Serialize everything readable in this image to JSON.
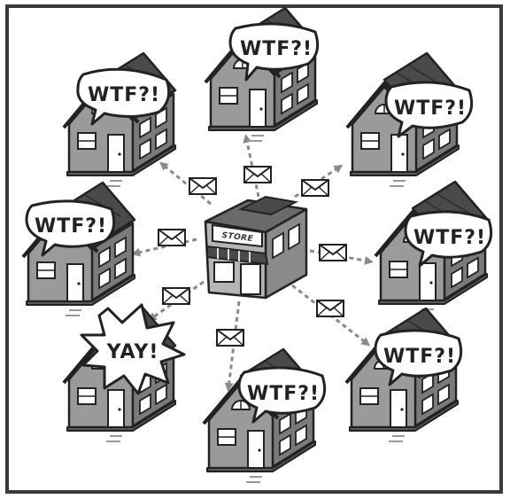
{
  "store": {
    "label": "STORE"
  },
  "bubbles": {
    "neutral": "WTF?!",
    "happy": "YAY!"
  },
  "houses": [
    {
      "name": "house-top-left",
      "reaction": "neutral"
    },
    {
      "name": "house-top",
      "reaction": "neutral"
    },
    {
      "name": "house-top-right",
      "reaction": "neutral"
    },
    {
      "name": "house-left",
      "reaction": "neutral"
    },
    {
      "name": "house-right",
      "reaction": "neutral"
    },
    {
      "name": "house-bottom-left",
      "reaction": "happy"
    },
    {
      "name": "house-bottom",
      "reaction": "neutral"
    },
    {
      "name": "house-bottom-right",
      "reaction": "neutral"
    }
  ],
  "colors": {
    "frame": "#3a3a3a",
    "roof": "#4a4a4a",
    "wall": "#8f8f8f",
    "wall_light": "#b5b5b5",
    "arrow": "#8a8a8a",
    "outline": "#222222"
  }
}
